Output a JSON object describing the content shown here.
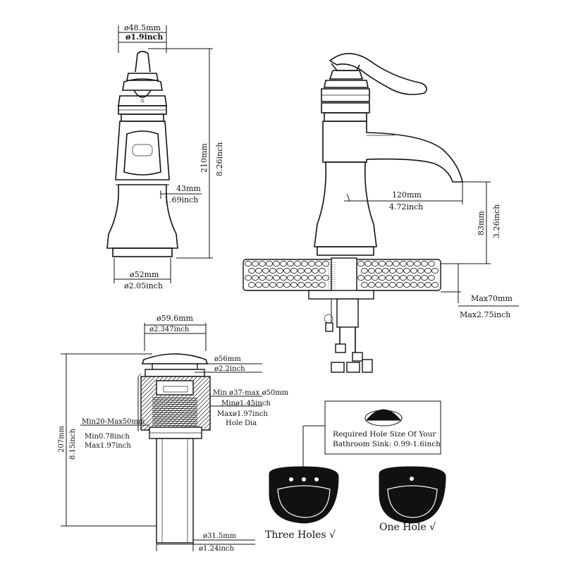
{
  "front_view": {
    "top_diameter_mm": "ø48.5mm",
    "top_diameter_in": "ø1.9inch",
    "height_mm": "210mm",
    "height_in": "8.26inch",
    "reach_mm": "43mm",
    "reach_in": "1.69inch",
    "base_diameter_mm": "ø52mm",
    "base_diameter_in": "ø2.05inch"
  },
  "side_view": {
    "spout_reach_mm": "120mm",
    "spout_reach_in": "4.72inch",
    "spout_height_mm": "83mm",
    "spout_height_in": "3.26inch",
    "deck_max_mm": "Max70mm",
    "deck_max_in": "Max2.75inch"
  },
  "drain": {
    "cap_diameter_mm": "ø59.6mm",
    "cap_diameter_in": "ø2.347inch",
    "flange_diameter_mm": "ø56mm",
    "flange_diameter_in": "ø2.2inch",
    "hole_dia_mm": "Min ø37-max ø50mm",
    "hole_dia_min_in": "Minø1.45inch",
    "hole_dia_max_in": "Maxø1.97inch",
    "hole_dia_label": "Hole Dia",
    "thickness_mm": "Min20-Max50mm",
    "thickness_min_in": "Min0.78inch",
    "thickness_max_in": "Max1.97inch",
    "height_mm": "207mm",
    "height_in": "8.15inch",
    "tail_diameter_mm": "ø31.5mm",
    "tail_diameter_in": "ø1.24inch"
  },
  "note": {
    "line1": "Required Hole Size Of Your",
    "line2": "Bathroom Sink: 0.99-1.6inch"
  },
  "sinks": {
    "three_holes": "Three Holes √",
    "one_hole": "One Hole √"
  }
}
